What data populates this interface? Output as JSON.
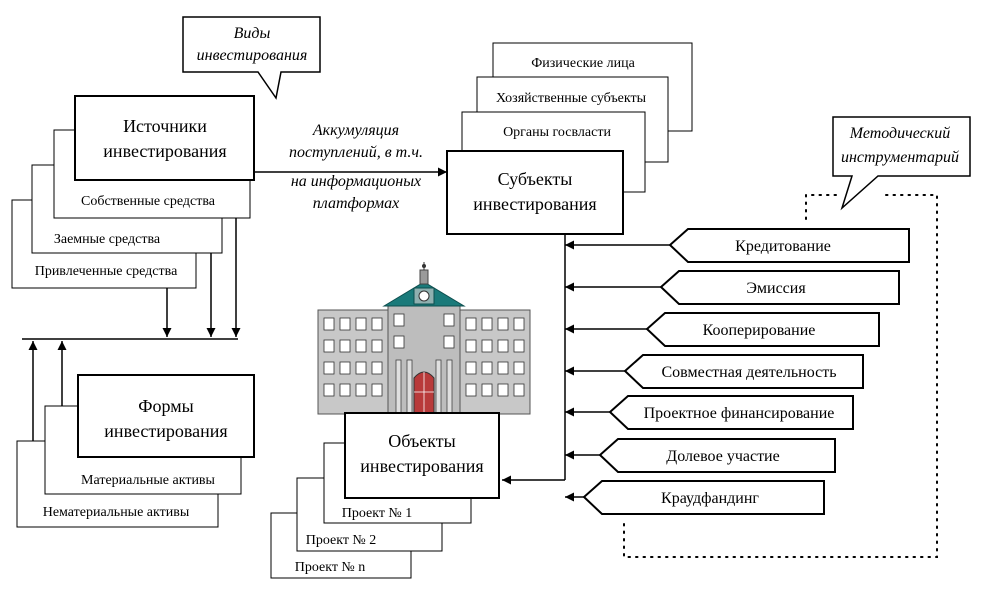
{
  "callouts": {
    "types": [
      "Виды",
      "инвестирования"
    ],
    "methodical": [
      "Методический",
      "инструментарий"
    ]
  },
  "sources": {
    "title": [
      "Источники",
      "инвестирования"
    ],
    "items": [
      "Собственные средства",
      "Заемные средства",
      "Привлеченные средства"
    ]
  },
  "flow_label": [
    "Аккумуляция",
    "поступлений, в т.ч.",
    "на информационых",
    "платформах"
  ],
  "subjects": {
    "title": [
      "Субъекты",
      "инвестирования"
    ],
    "items": [
      "Физические лица",
      "Хозяйственные субъекты",
      "Органы госвласти"
    ]
  },
  "forms": {
    "title": [
      "Формы",
      "инвестирования"
    ],
    "items": [
      "Материальные активы",
      "Нематериальные активы"
    ]
  },
  "objects": {
    "title": [
      "Объекты",
      "инвестирования"
    ],
    "items": [
      "Проект № 1",
      "Проект № 2",
      "Проект № n"
    ]
  },
  "instruments": [
    "Кредитование",
    "Эмиссия",
    "Кооперирование",
    "Совместная деятельность",
    "Проектное финансирование",
    "Долевое участие",
    "Краудфандинг"
  ],
  "colors": {
    "line": "#000000",
    "building_wall": "#c8c8c8",
    "roof": "#1a7a7a",
    "door": "#b83a3a"
  }
}
